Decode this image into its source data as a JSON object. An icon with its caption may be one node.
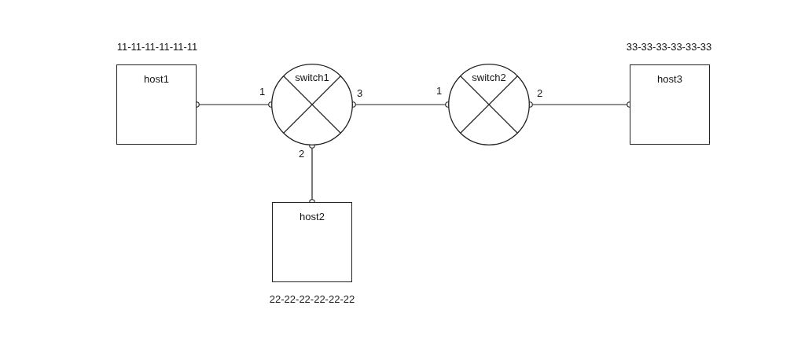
{
  "diagram": {
    "nodes": [
      {
        "text": [
          "host1"
        ],
        "beside": [
          "11-11-11-11-11-11"
        ]
      },
      {
        "text": [
          "switch1"
        ]
      },
      {
        "text": [
          "switch2"
        ]
      },
      {
        "text": [
          "host3"
        ],
        "beside": [
          "33-33-33-33-33-33"
        ]
      },
      {
        "text": [
          "host2"
        ],
        "beside": [
          "22-22-22-22-22-22"
        ]
      }
    ],
    "edges": [
      {
        "from": 0,
        "to": 1,
        "arrow": "other"
      },
      {
        "from": 1,
        "to": 2,
        "arrow": "other"
      },
      {
        "from": 2,
        "to": 3,
        "arrow": "other"
      },
      {
        "from": 1,
        "to": 4,
        "arrow": "other"
      }
    ],
    "labels": [
      "1",
      "3",
      "1",
      "2",
      "2"
    ]
  }
}
